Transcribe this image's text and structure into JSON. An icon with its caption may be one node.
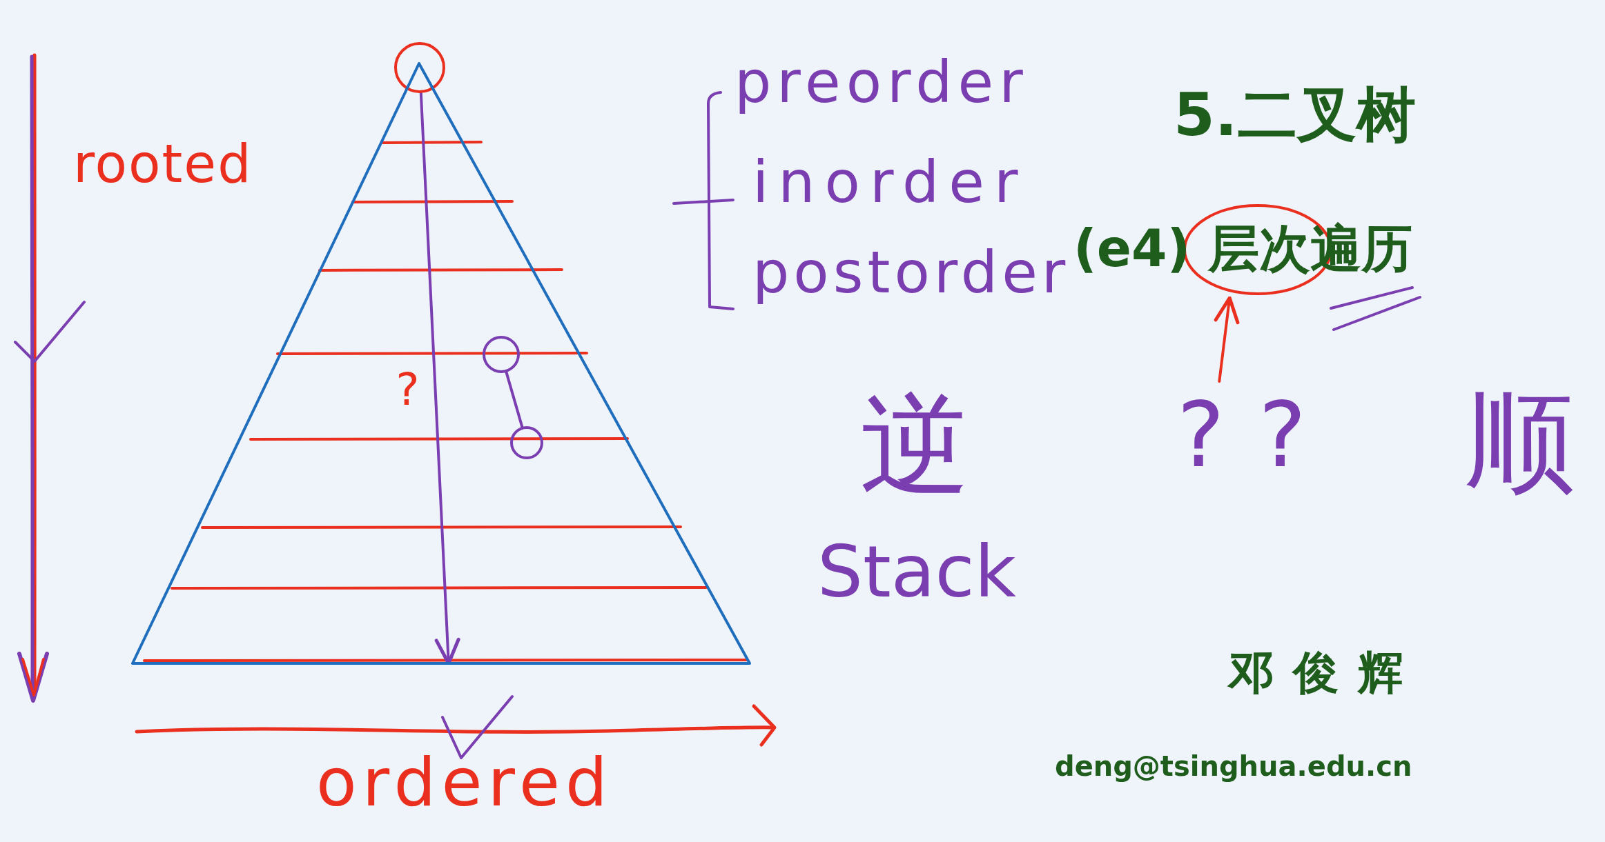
{
  "diagram": {
    "title": "5.二叉树",
    "nodes": [
      {
        "text": [],
        "shape": "circle"
      },
      {
        "text": [],
        "shape": "triangle"
      },
      {
        "text": [],
        "shape": "circle",
        "in": 1
      },
      {
        "text": [],
        "shape": "circle",
        "in": 1
      },
      {
        "text": [
          "(e4) 层次遍历"
        ]
      },
      {
        "text": [
          "? ?"
        ]
      }
    ],
    "edges": [
      {
        "from": 0,
        "to": 1,
        "arrow": "to",
        "label": "?"
      },
      {
        "from": 2,
        "to": 3,
        "arrow": "none"
      },
      {
        "from": 5,
        "to": 4,
        "arrow": "to",
        "color": "#ea2f1f"
      }
    ],
    "labels": [
      "preorder",
      "rooted",
      "inorder",
      "postorder",
      "逆",
      "顺",
      "Stack",
      "邓俊辉",
      "deng@tsinghua.edu.cn",
      "ordered"
    ]
  }
}
